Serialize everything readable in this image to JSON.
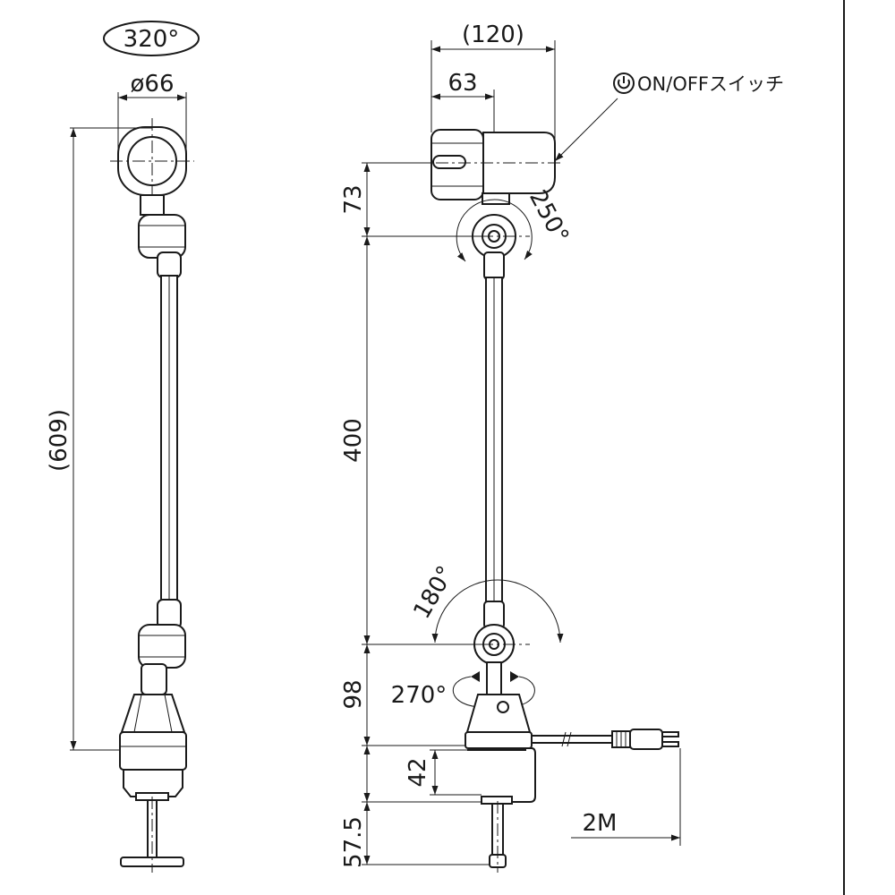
{
  "drawing": {
    "left_view": {
      "rotation_angle": "320°",
      "head_diameter": "ø66",
      "overall_height": "(609)"
    },
    "right_view": {
      "head_length": "(120)",
      "head_offset": "63",
      "switch_label": "ON/OFFスイッチ",
      "head_to_joint": "73",
      "head_tilt_angle": "250°",
      "arm_length": "400",
      "arm_swing_angle": "180°",
      "base_rotation_angle": "270°",
      "joint_to_clamp": "98",
      "clamp_opening": "42",
      "clamp_screw_length": "57.5",
      "cord_length": "2M"
    },
    "icons": {
      "switch_symbol": "power-icon"
    }
  }
}
